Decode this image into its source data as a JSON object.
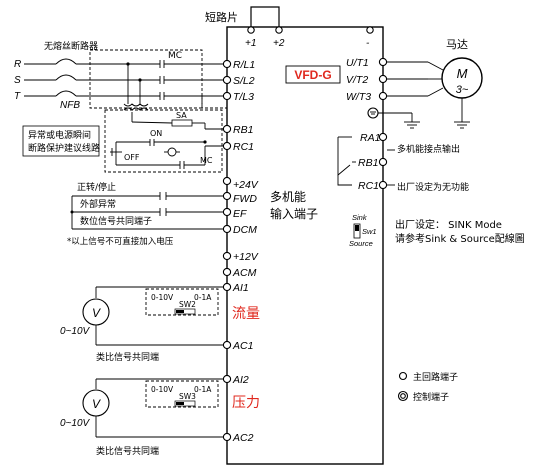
{
  "shorting_bar": "短路片",
  "dc_bus": [
    "+1",
    "+2",
    "-"
  ],
  "model": "VFD-G",
  "breaker_label": "无熔丝断路器",
  "input_phases": [
    "R",
    "S",
    "T"
  ],
  "nfb": "NFB",
  "mc": "MC",
  "on": "ON",
  "off": "OFF",
  "sa": "SA",
  "main_terminals": [
    "R/L1",
    "S/L2",
    "T/L3"
  ],
  "output_terminals": [
    "U/T1",
    "V/T2",
    "W/T3"
  ],
  "motor_label": "马达",
  "motor_m": "M",
  "motor_phase": "3~",
  "protection_note": [
    "异常或电源瞬间",
    "断路保护建议线路"
  ],
  "relay_terminals": [
    "RB1",
    "RC1"
  ],
  "signals": {
    "fwd_stop": "正转/停止",
    "ext_fault": "外部异常",
    "reset": "数位信号共同端子",
    "warning": "*以上信号不可直接加入电压",
    "multifunc": [
      "多机能",
      "输入端子"
    ]
  },
  "input_terminals": [
    "+24V",
    "FWD",
    "EF",
    "DCM"
  ],
  "analog_terminals": [
    "+12V",
    "ACM",
    "AI1",
    "AC1",
    "AI2",
    "AC2"
  ],
  "ai1": {
    "voltage_range": "0~10V",
    "switch_options": [
      "0-10V",
      "0-1A"
    ],
    "switch_name": "SW2",
    "label": "流量",
    "common": "类比信号共同端"
  },
  "ai2": {
    "voltage_range": "0~10V",
    "switch_options": [
      "0-10V",
      "0-1A"
    ],
    "switch_name": "SW3",
    "label": "压力",
    "common": "类比信号共同端"
  },
  "voltmeter": "V",
  "output_relay": [
    "RA1",
    "RB1",
    "RC1"
  ],
  "relay_note": "多机能接点输出",
  "rc1_note": "出厂设定为无功能",
  "factory_setting": "出厂设定：  SINK Mode",
  "refer_note": "请参考Sink & Source配線圖",
  "sink_switch": [
    "Sink",
    "Sw1",
    "Source"
  ],
  "legend": [
    "主回路端子",
    "控制端子"
  ],
  "colors": {
    "model": "#e0281e",
    "analog_labels": "#e0281e"
  }
}
